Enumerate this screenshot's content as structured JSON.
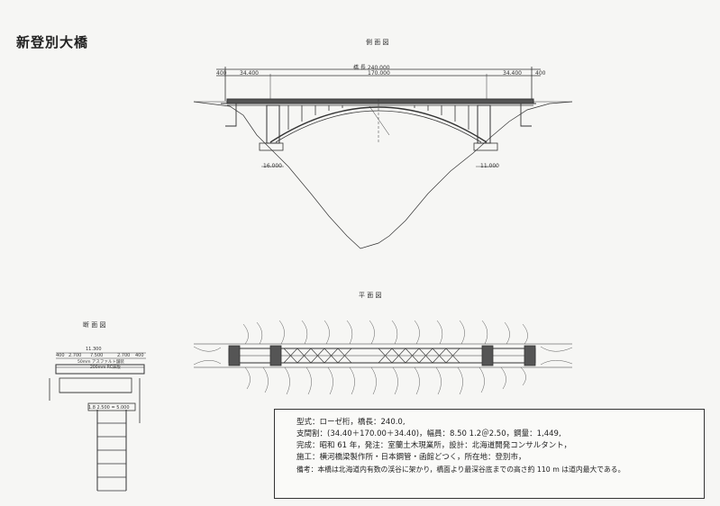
{
  "title": "新登別大橋",
  "views": {
    "side": "側 面 図",
    "plan": "平 面 図",
    "section": "断 面 図"
  },
  "dims": {
    "total": "橋 長 240.000",
    "span_left": "34.400",
    "span_center": "170.000",
    "span_right": "34.400",
    "left_end": "400",
    "right_end": "400",
    "pier_left": "16.000",
    "pier_right": "11.000",
    "sec_total": "11.300",
    "sec_left": "400",
    "sec_mid1": "2.700",
    "sec_mid2": "7.500",
    "sec_mid3": "2.700",
    "sec_right": "400",
    "sec_pave": "50mm アスファルト舗装",
    "sec_slab": "200mm RC床版",
    "sec_bottom": "1.8 2.500 = 5.000"
  },
  "info": [
    "型式：ローゼ桁，橋長：240.0,",
    "支間割：(34.40＋170.00＋34.40)，幅員：8.50 1.2＠2.50，鋼量：1,449,",
    "完成：昭和 61 年，発注：室蘭土木現業所，設計：北海道開発コンサルタント，",
    "施工：横河橋梁製作所・日本鋼管・函館どつく，所在地：登別市，",
    "備考：本橋は北海道内有数の渓谷に架かり，橋面より最深谷底までの高さ約 110 m は道内最大である。"
  ]
}
